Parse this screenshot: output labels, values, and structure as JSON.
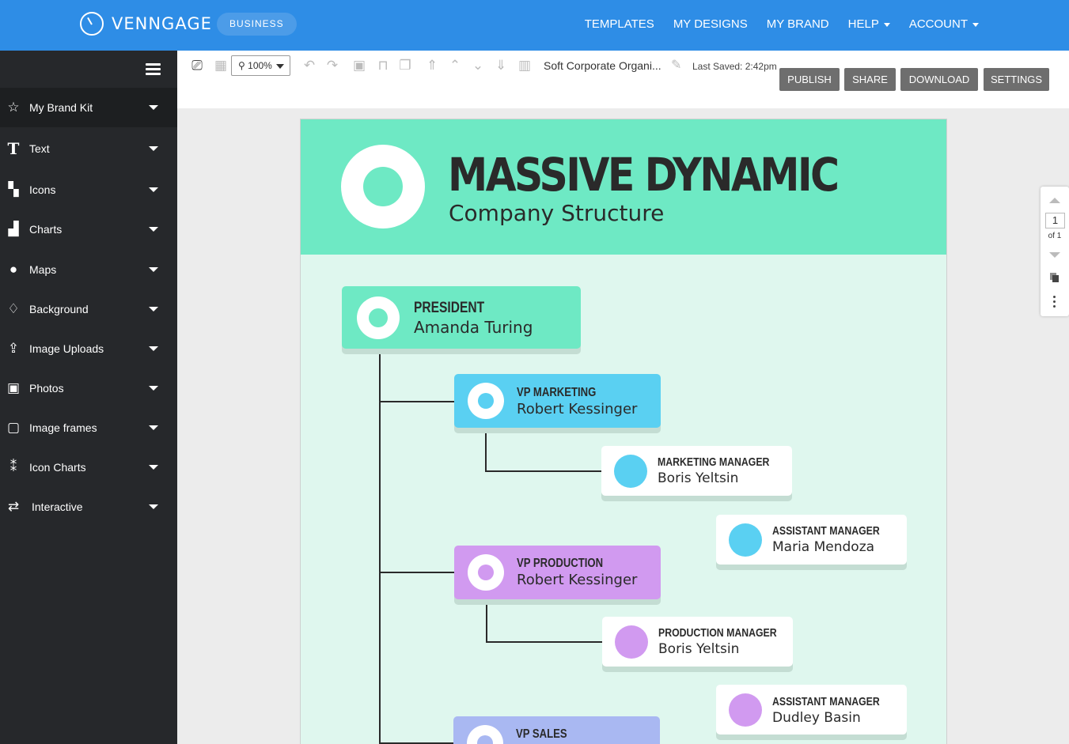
{
  "app": {
    "logo_text": "VENNGAGE",
    "plan_badge": "BUSINESS",
    "nav": [
      "TEMPLATES",
      "MY DESIGNS",
      "MY BRAND",
      "HELP",
      "ACCOUNT"
    ]
  },
  "sidebar": {
    "items": [
      {
        "label": "My Brand Kit",
        "icon": "star-icon"
      },
      {
        "label": "Text",
        "icon": "text-icon"
      },
      {
        "label": "Icons",
        "icon": "icons-icon"
      },
      {
        "label": "Charts",
        "icon": "bar-chart-icon"
      },
      {
        "label": "Maps",
        "icon": "globe-icon"
      },
      {
        "label": "Background",
        "icon": "drop-icon"
      },
      {
        "label": "Image Uploads",
        "icon": "upload-icon"
      },
      {
        "label": "Photos",
        "icon": "photo-icon"
      },
      {
        "label": "Image frames",
        "icon": "frame-icon"
      },
      {
        "label": "Icon Charts",
        "icon": "people-chart-icon"
      },
      {
        "label": "Interactive",
        "icon": "shuffle-icon"
      }
    ]
  },
  "toolbar": {
    "zoom": "100%",
    "doc_name": "Soft Corporate Organi...",
    "last_saved": "Last Saved: 2:42pm",
    "buttons": [
      "PUBLISH",
      "SHARE",
      "DOWNLOAD",
      "SETTINGS"
    ]
  },
  "page_control": {
    "current": "1",
    "of": "of 1"
  },
  "design": {
    "title": "MASSIVE DYNAMIC",
    "subtitle": "Company Structure",
    "cards": [
      {
        "role": "PRESIDENT",
        "name": "Amanda Turing"
      },
      {
        "role": "VP MARKETING",
        "name": "Robert Kessinger"
      },
      {
        "role": "MARKETING MANAGER",
        "name": "Boris Yeltsin"
      },
      {
        "role": "ASSISTANT MANAGER",
        "name": "Maria Mendoza"
      },
      {
        "role": "VP PRODUCTION",
        "name": "Robert Kessinger"
      },
      {
        "role": "PRODUCTION MANAGER",
        "name": "Boris Yeltsin"
      },
      {
        "role": "ASSISTANT MANAGER",
        "name": "Dudley Basin"
      },
      {
        "role": "VP SALES",
        "name": ""
      }
    ],
    "colors": {
      "green": "#6ee9c4",
      "blue": "#5ad0f2",
      "purple": "#d19af0",
      "periwinkle": "#a9b8f2",
      "canvas_bg": "#dff7ee"
    }
  }
}
